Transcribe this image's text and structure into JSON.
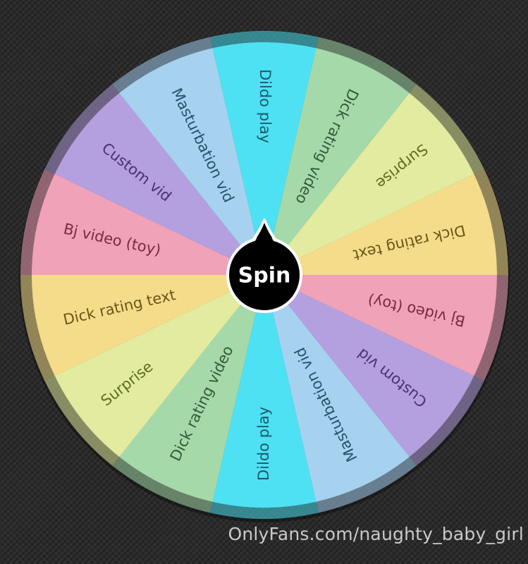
{
  "wheel": {
    "spin_label": "Spin",
    "segments": [
      {
        "label": "Dildo play",
        "color": "#4ee1f3",
        "text_color": "#1a5a66"
      },
      {
        "label": "Dick rating video",
        "color": "#a5d9aa",
        "text_color": "#335a38"
      },
      {
        "label": "Surprise",
        "color": "#e2eba0",
        "text_color": "#5f6a22"
      },
      {
        "label": "Dick rating text",
        "color": "#f4dc8b",
        "text_color": "#6b5516"
      },
      {
        "label": "Bj video (toy)",
        "color": "#f0a2b8",
        "text_color": "#7a2a40"
      },
      {
        "label": "Custom vid",
        "color": "#b4a0de",
        "text_color": "#4a2f75"
      },
      {
        "label": "Masturbation vid",
        "color": "#a6d2f0",
        "text_color": "#28506d"
      },
      {
        "label": "Dildo play",
        "color": "#4ee1f3",
        "text_color": "#1a5a66"
      },
      {
        "label": "Dick rating video",
        "color": "#a5d9aa",
        "text_color": "#335a38"
      },
      {
        "label": "Surprise",
        "color": "#e2eba0",
        "text_color": "#5f6a22"
      },
      {
        "label": "Dick rating text",
        "color": "#f4dc8b",
        "text_color": "#6b5516"
      },
      {
        "label": "Bj video (toy)",
        "color": "#f0a2b8",
        "text_color": "#7a2a40"
      },
      {
        "label": "Custom vid",
        "color": "#b4a0de",
        "text_color": "#4a2f75"
      },
      {
        "label": "Masturbation vid",
        "color": "#a6d2f0",
        "text_color": "#28506d"
      }
    ]
  },
  "watermark": "OnlyFans.com/naughty_baby_girl"
}
